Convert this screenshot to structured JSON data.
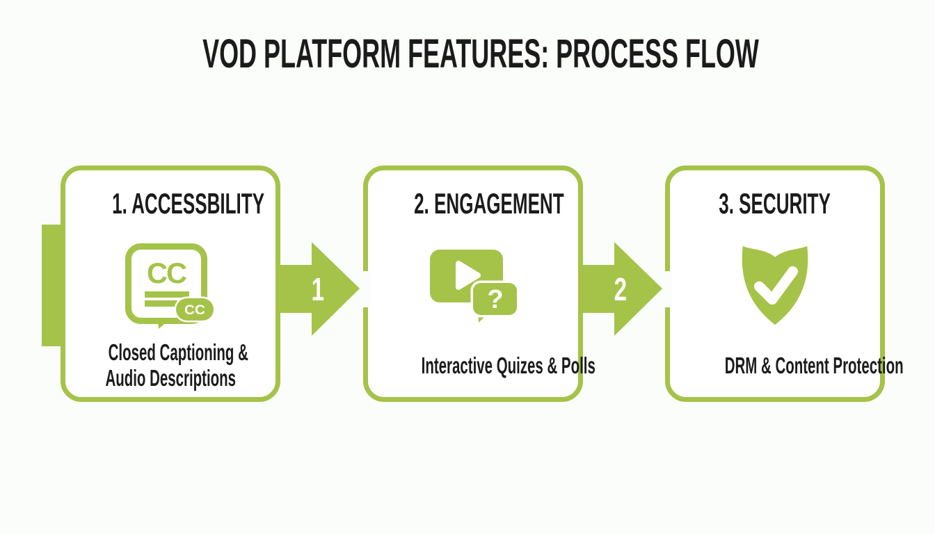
{
  "title": "VOD PLATFORM FEATURES: PROCESS FLOW",
  "colors": {
    "accent_green": "#a5c348",
    "text_dark": "#1b1b1b",
    "background": "#fbfdfa",
    "box_fill": "#ffffff",
    "icon_glyph_white": "#ffffff"
  },
  "steps": [
    {
      "heading": "1. ACCESSBILITY",
      "icon": "closed-captions-icon",
      "subtitle_lines": [
        "Closed Captioning &",
        "Audio Descriptions"
      ]
    },
    {
      "heading": "2. ENGAGEMENT",
      "icon": "video-quiz-icon",
      "subtitle_lines": [
        "Interactive Quizes & Polls"
      ]
    },
    {
      "heading": "3. SECURITY",
      "icon": "shield-check-icon",
      "subtitle_lines": [
        "DRM & Content Protection"
      ]
    }
  ],
  "connectors": [
    {
      "label": "1"
    },
    {
      "label": "2"
    }
  ],
  "icon_glyphs": {
    "cc_inner": "CC",
    "cc_badge": "CC",
    "question_mark": "?"
  }
}
